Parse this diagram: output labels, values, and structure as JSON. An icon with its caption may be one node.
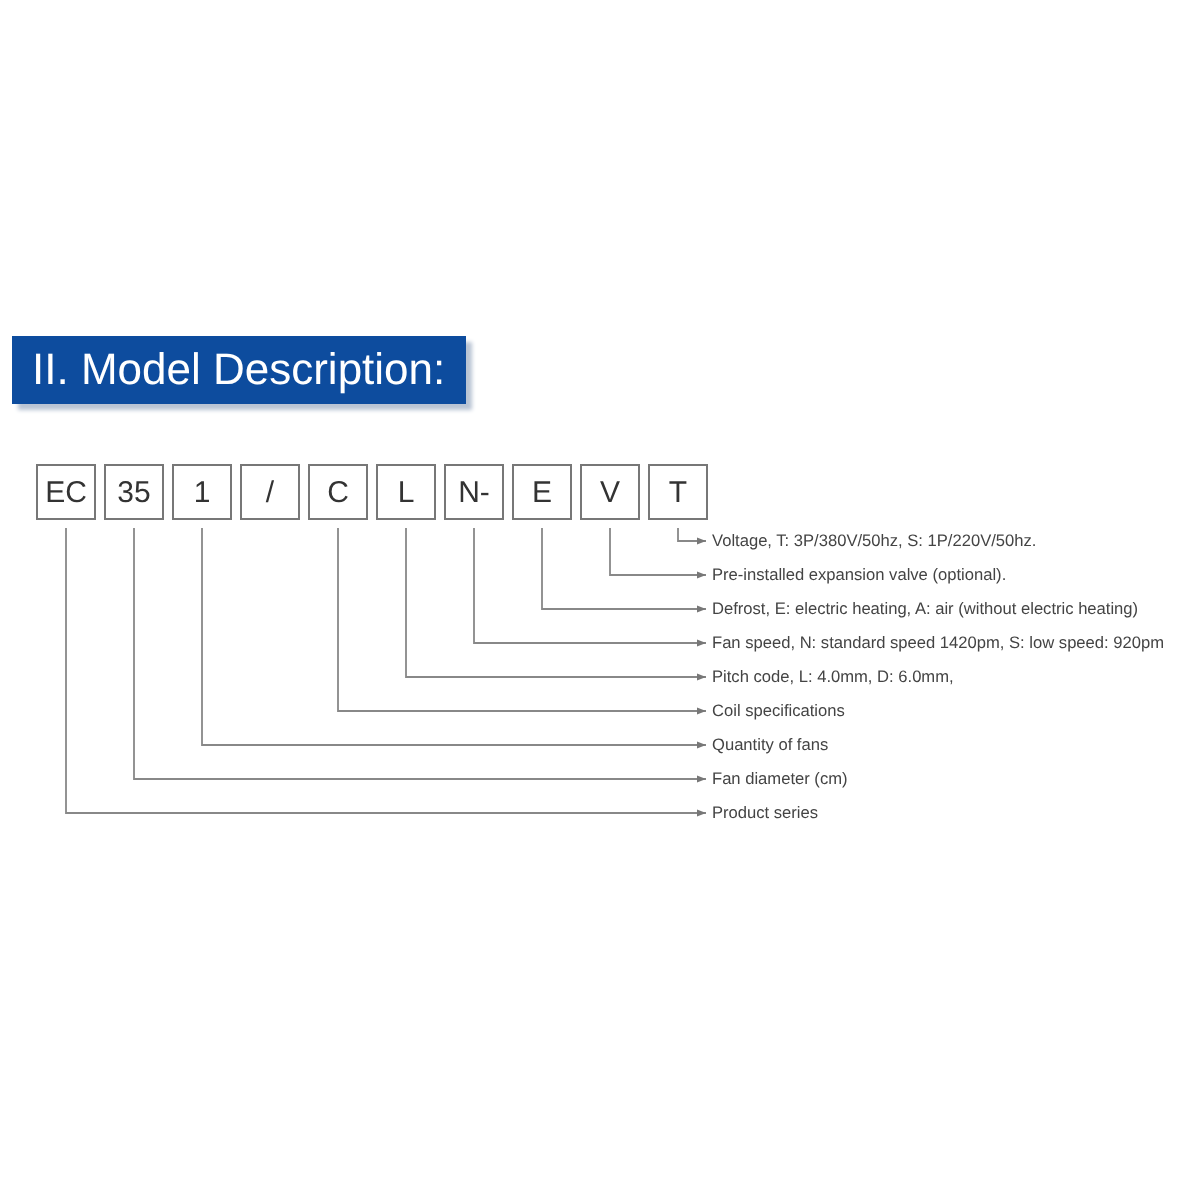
{
  "diagram": {
    "title": "II. Model Description:",
    "nodes": [
      {
        "text": [
          "EC"
        ]
      },
      {
        "text": [
          "35"
        ]
      },
      {
        "text": [
          "1"
        ]
      },
      {
        "text": [
          "/"
        ]
      },
      {
        "text": [
          "C"
        ]
      },
      {
        "text": [
          "L"
        ]
      },
      {
        "text": [
          "N-"
        ]
      },
      {
        "text": [
          "E"
        ]
      },
      {
        "text": [
          "V"
        ]
      },
      {
        "text": [
          "T"
        ]
      },
      {
        "text": [
          "Voltage, T: 3P/380V/50hz, S: 1P/220V/50hz."
        ]
      },
      {
        "text": [
          "Pre-installed expansion valve (optional)."
        ]
      },
      {
        "text": [
          "Defrost, E: electric heating, A: air (without electric heating)"
        ]
      },
      {
        "text": [
          "Fan speed, N: standard speed 1420pm, S: low speed: 920pm"
        ]
      },
      {
        "text": [
          "Pitch code, L: 4.0mm, D: 6.0mm,"
        ]
      },
      {
        "text": [
          "Coil specifications"
        ]
      },
      {
        "text": [
          "Quantity of fans"
        ]
      },
      {
        "text": [
          "Fan diameter (cm)"
        ]
      },
      {
        "text": [
          "Product series"
        ]
      }
    ],
    "edges": [
      {
        "from": 9,
        "to": 10,
        "arrow": "to"
      },
      {
        "from": 8,
        "to": 11,
        "arrow": "to"
      },
      {
        "from": 7,
        "to": 12,
        "arrow": "to"
      },
      {
        "from": 6,
        "to": 13,
        "arrow": "to"
      },
      {
        "from": 5,
        "to": 14,
        "arrow": "to"
      },
      {
        "from": 4,
        "to": 15,
        "arrow": "to"
      },
      {
        "from": 2,
        "to": 16,
        "arrow": "to"
      },
      {
        "from": 1,
        "to": 17,
        "arrow": "to"
      },
      {
        "from": 0,
        "to": 18,
        "arrow": "to"
      }
    ]
  }
}
